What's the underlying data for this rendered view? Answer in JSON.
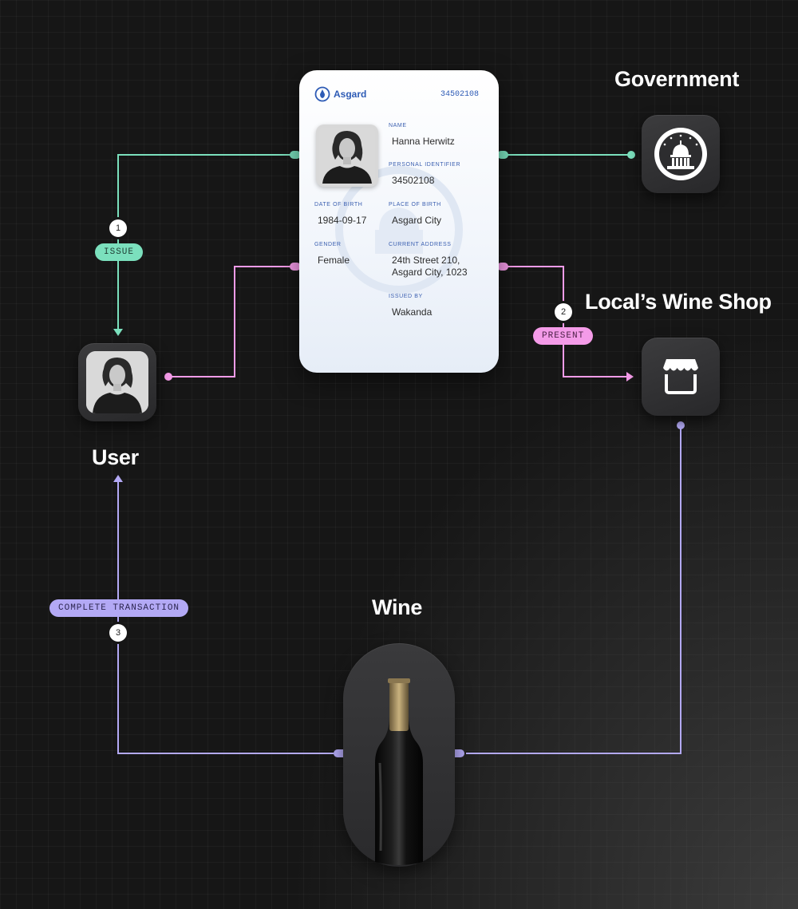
{
  "nodes": {
    "government": "Government",
    "wine_shop": "Local’s Wine Shop",
    "user": "User",
    "wine": "Wine"
  },
  "steps": [
    {
      "number": "1",
      "label": "ISSUE",
      "color": "#7be0bd"
    },
    {
      "number": "2",
      "label": "PRESENT",
      "color": "#f49be8"
    },
    {
      "number": "3",
      "label": "COMPLETE TRANSACTION",
      "color": "#b3a9f5"
    }
  ],
  "id_card": {
    "brand": "Asgard",
    "serial": "34502108",
    "fields": {
      "name_label": "NAME",
      "name": "Hanna Herwitz",
      "pid_label": "PERSONAL IDENTIFIER",
      "pid": "34502108",
      "dob_label": "DATE OF BIRTH",
      "dob": "1984-09-17",
      "pob_label": "PLACE OF BIRTH",
      "pob": "Asgard City",
      "gender_label": "GENDER",
      "gender": "Female",
      "address_label": "CURRENT ADDRESS",
      "address_line1": "24th Street 210,",
      "address_line2": "Asgard City, 1023",
      "issued_label": "ISSUED BY",
      "issued": "Wakanda"
    }
  },
  "icons": {
    "government": "capitol-icon",
    "wine_shop": "storefront-icon",
    "user": "user-photo",
    "wine": "wine-bottle"
  },
  "colors": {
    "issue": "#7be0bd",
    "present": "#f49be8",
    "transaction": "#b3a9f5",
    "card_accent": "#2d5bb5"
  }
}
